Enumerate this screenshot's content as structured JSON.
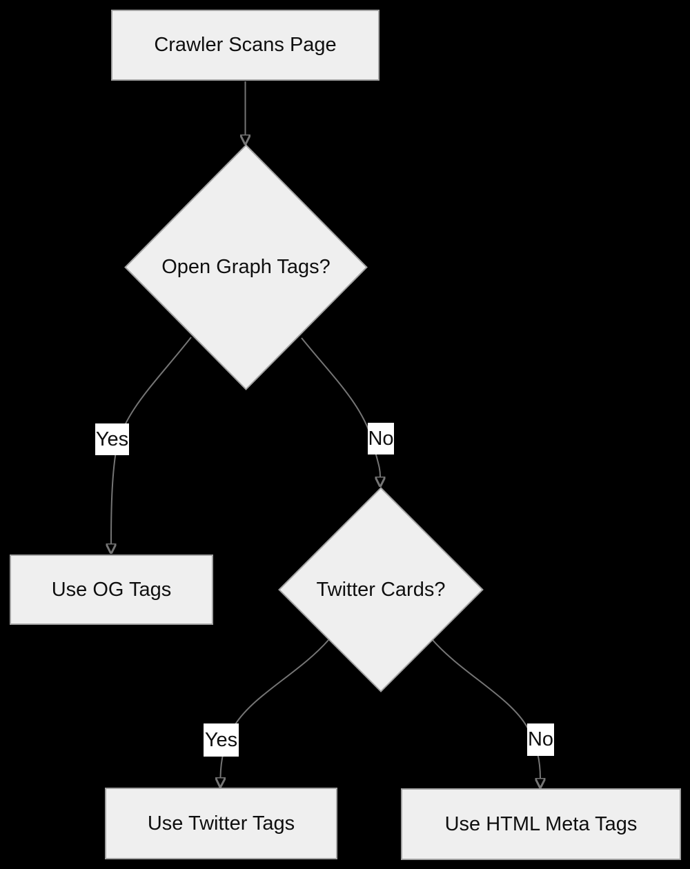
{
  "flowchart": {
    "colors": {
      "background": "#000000",
      "node_fill": "#efefef",
      "node_border": "#a3a3a3",
      "edge_stroke": "#757575",
      "edge_label_background": "#ffffff",
      "text": "#0f0f0f"
    },
    "nodes": {
      "start": {
        "type": "process",
        "label": "Crawler Scans Page"
      },
      "og_decision": {
        "type": "decision",
        "label": "Open Graph Tags?"
      },
      "use_og": {
        "type": "process",
        "label": "Use OG Tags"
      },
      "twitter_decision": {
        "type": "decision",
        "label": "Twitter Cards?"
      },
      "use_twitter": {
        "type": "process",
        "label": "Use Twitter Tags"
      },
      "use_html_meta": {
        "type": "process",
        "label": "Use HTML Meta Tags"
      }
    },
    "edges": {
      "start_to_og": {
        "from": "start",
        "to": "og_decision",
        "label": ""
      },
      "og_yes": {
        "from": "og_decision",
        "to": "use_og",
        "label": "Yes"
      },
      "og_no": {
        "from": "og_decision",
        "to": "twitter_decision",
        "label": "No"
      },
      "twitter_yes": {
        "from": "twitter_decision",
        "to": "use_twitter",
        "label": "Yes"
      },
      "twitter_no": {
        "from": "twitter_decision",
        "to": "use_html_meta",
        "label": "No"
      }
    }
  }
}
